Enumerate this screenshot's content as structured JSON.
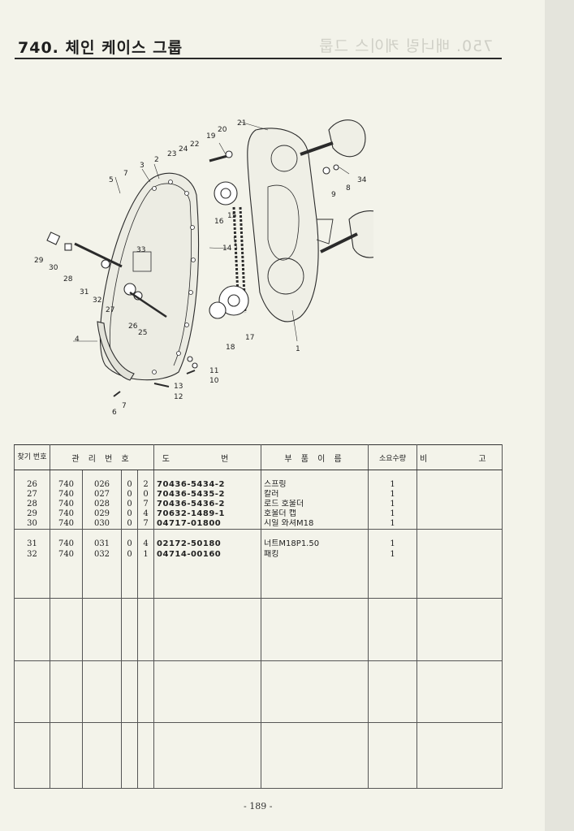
{
  "title": "740. 체인 케이스 그룹",
  "ghost_title": "750. 배너링 케이스 그룹",
  "diagram_callouts": [
    "1",
    "2",
    "3",
    "4",
    "5",
    "6",
    "7",
    "7",
    "8",
    "9",
    "10",
    "11",
    "12",
    "13",
    "14",
    "15",
    "16",
    "17",
    "18",
    "19",
    "20",
    "21",
    "22",
    "23",
    "24",
    "25",
    "26",
    "27",
    "28",
    "29",
    "30",
    "31",
    "32",
    "33",
    "34"
  ],
  "table": {
    "headers": {
      "ref_no": "찾기 번호",
      "mgmt_no": "관 리 번 호",
      "part_no": "도 번",
      "part_name": "부 품 이 름",
      "qty": "소요수량",
      "remarks": "비 고"
    },
    "rows": [
      {
        "ref": "26",
        "group": "740",
        "item": "026",
        "a": "0",
        "b": "2",
        "part_no": "70436-5434-2",
        "name": "스프링",
        "qty": "1"
      },
      {
        "ref": "27",
        "group": "740",
        "item": "027",
        "a": "0",
        "b": "0",
        "part_no": "70436-5435-2",
        "name": "칼러",
        "qty": "1"
      },
      {
        "ref": "28",
        "group": "740",
        "item": "028",
        "a": "0",
        "b": "7",
        "part_no": "70436-5436-2",
        "name": "로드 호울더",
        "qty": "1"
      },
      {
        "ref": "29",
        "group": "740",
        "item": "029",
        "a": "0",
        "b": "4",
        "part_no": "70632-1489-1",
        "name": "호울더 캡",
        "qty": "1"
      },
      {
        "ref": "30",
        "group": "740",
        "item": "030",
        "a": "0",
        "b": "7",
        "part_no": "04717-01800",
        "name": "시일 와셔M18",
        "qty": "1"
      },
      {
        "ref": "31",
        "group": "740",
        "item": "031",
        "a": "0",
        "b": "4",
        "part_no": "02172-50180",
        "name": "너트M18P1.50",
        "qty": "1"
      },
      {
        "ref": "32",
        "group": "740",
        "item": "032",
        "a": "0",
        "b": "1",
        "part_no": "04714-00160",
        "name": "패킹",
        "qty": "1"
      }
    ]
  },
  "page_number": "- 189 -"
}
